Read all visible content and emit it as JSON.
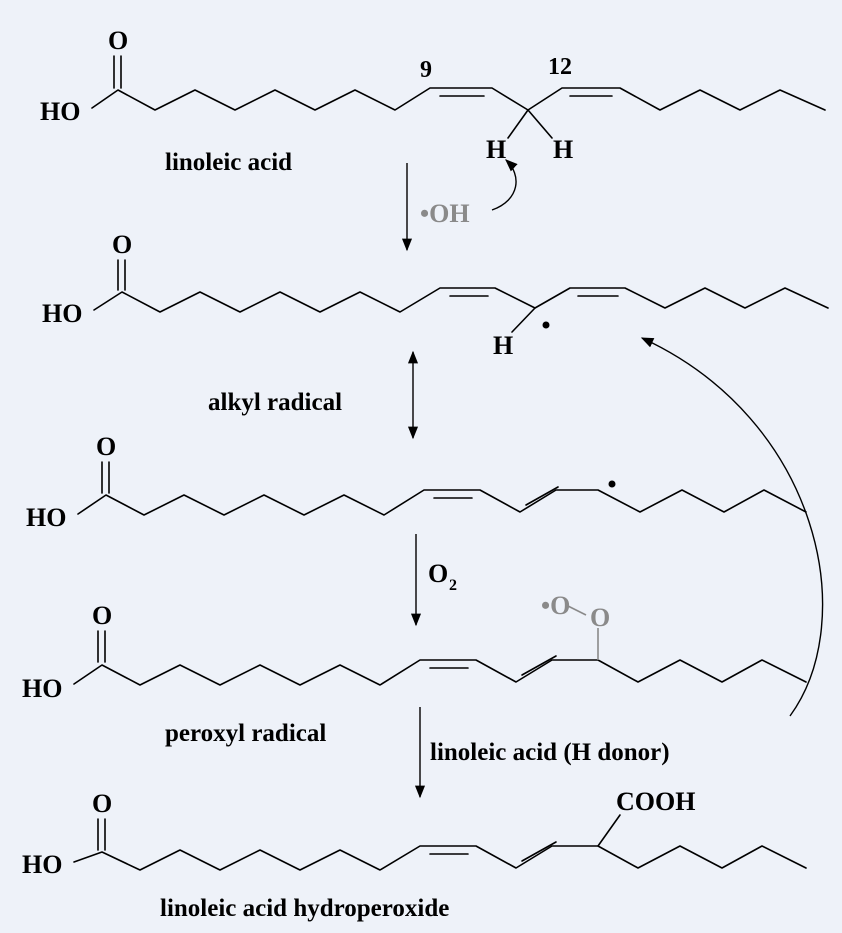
{
  "labels": {
    "linoleic_acid": "linoleic acid",
    "alkyl_radical": "alkyl radical",
    "peroxyl_radical": "peroxyl radical",
    "h_donor": "linoleic acid (H donor)",
    "hydroperoxide": "linoleic acid hydroperoxide"
  },
  "atoms": {
    "O": "O",
    "HO": "HO",
    "H": "H",
    "OH_radical": "•OH",
    "O2_O": "O",
    "O2_sub": "2",
    "peroxy_o1": "•O",
    "peroxy_o2": "O",
    "COOH": "COOH"
  },
  "numbers": {
    "c9": "9",
    "c12": "12"
  },
  "colors": {
    "background": "#eef2f9",
    "ink": "#000000",
    "radical_grey": "#8a8a8a"
  }
}
